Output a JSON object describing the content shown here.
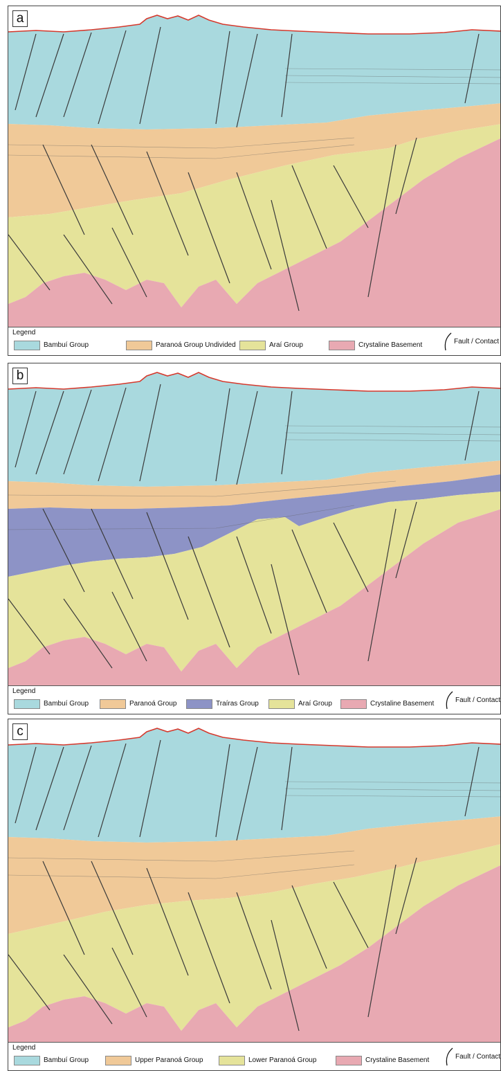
{
  "colors": {
    "bambui": "#a9d9de",
    "paranoa": "#f0c998",
    "arai": "#e5e39a",
    "basement": "#e8a9b2",
    "trairas": "#8d93c6",
    "surface": "#d6392d",
    "fault": "#3a3a3a"
  },
  "panels": [
    {
      "label": "a",
      "legend_title": "Legend",
      "legend": [
        {
          "label": "Bambuí Group",
          "color": "#a9d9de"
        },
        {
          "label": "Paranoá Group Undivided",
          "color": "#f0c998"
        },
        {
          "label": "Araí Group",
          "color": "#e5e39a"
        },
        {
          "label": "Crystaline  Basement",
          "color": "#e8a9b2"
        }
      ],
      "fault_label": "Fault / Contact"
    },
    {
      "label": "b",
      "legend_title": "Legend",
      "legend": [
        {
          "label": "Bambuí Group",
          "color": "#a9d9de"
        },
        {
          "label": "Paranoá Group",
          "color": "#f0c998"
        },
        {
          "label": "Traíras Group",
          "color": "#8d93c6"
        },
        {
          "label": "Araí Group",
          "color": "#e5e39a"
        },
        {
          "label": "Crystaline  Basement",
          "color": "#e8a9b2"
        }
      ],
      "fault_label": "Fault / Contact"
    },
    {
      "label": "c",
      "legend_title": "Legend",
      "legend": [
        {
          "label": "Bambuí Group",
          "color": "#a9d9de"
        },
        {
          "label": "Upper Paranoá Group",
          "color": "#f0c998"
        },
        {
          "label": "Lower Paranoá Group",
          "color": "#e5e39a"
        },
        {
          "label": "Crystaline  Basement",
          "color": "#e8a9b2"
        }
      ],
      "fault_label": "Fault / Contact"
    }
  ]
}
